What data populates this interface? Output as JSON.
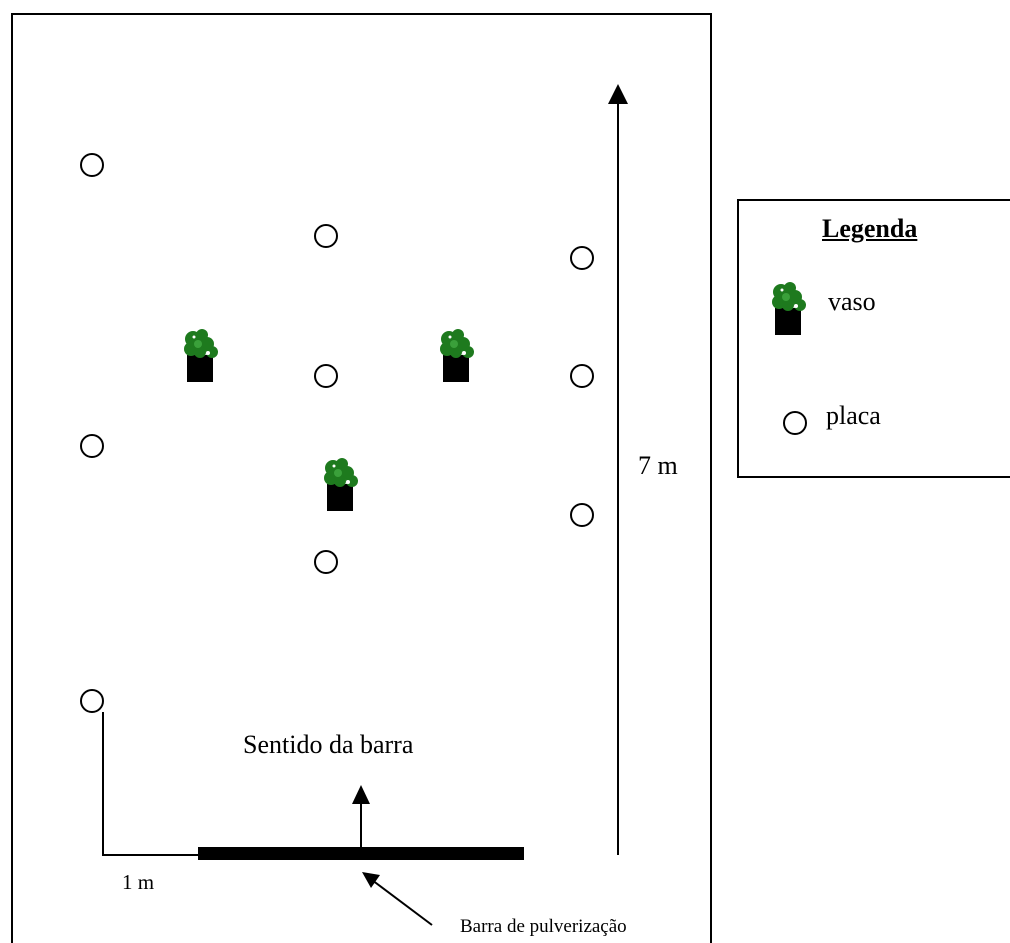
{
  "dimension_label": "7 m",
  "direction_label": "Sentido da barra",
  "spacing_label": "1 m",
  "bar_label": "Barra de pulverização",
  "legend": {
    "title": "Legenda",
    "pot_label": "vaso",
    "plate_label": "placa"
  },
  "colors": {
    "plant": "#1e7a1e",
    "pot": "#000000",
    "line": "#000000",
    "background": "#ffffff"
  },
  "icons": {
    "pot": "potted-plant-icon",
    "plate": "circle-outline-icon"
  }
}
